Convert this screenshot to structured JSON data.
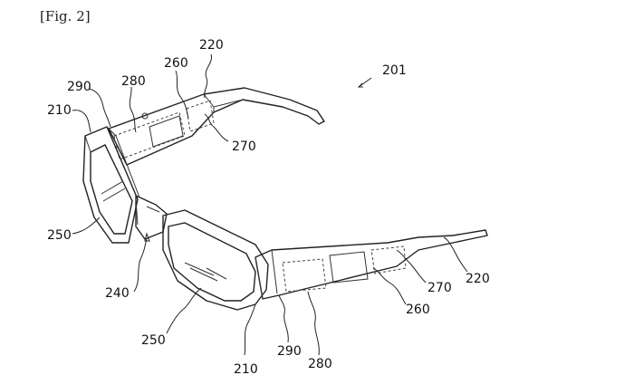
{
  "figure": {
    "label": "[Fig. 2]"
  },
  "reference_numerals": {
    "device": "201",
    "temple_far": "220",
    "module_far_260": "260",
    "module_far_280": "280",
    "hinge_far": "290",
    "frame_left": "210",
    "module_far_270": "270",
    "lens_left": "250",
    "bridge": "240",
    "lens_right": "250",
    "frame_bottom": "210",
    "hinge_near": "290",
    "module_near_280": "280",
    "module_near_260": "260",
    "module_near_270": "270",
    "temple_near": "220"
  }
}
